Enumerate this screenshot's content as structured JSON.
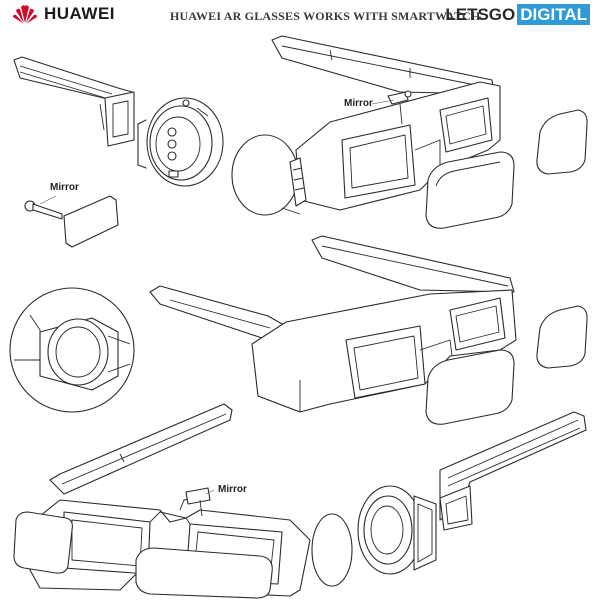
{
  "header": {
    "brand_name": "HUAWEI",
    "headline": "HUAWEI AR GLASSES WORKS WITH SMARTWATCH",
    "site_logo_part1": "LETSGO",
    "site_logo_part2": "DIGITAL"
  },
  "callouts": {
    "mirror_top": "Mirror",
    "mirror_left": "Mirror",
    "mirror_bottom": "Mirror"
  },
  "colors": {
    "brand_red": "#cf0a2c",
    "logo_blue": "#2f9bd6",
    "line": "#2b2b2b"
  }
}
